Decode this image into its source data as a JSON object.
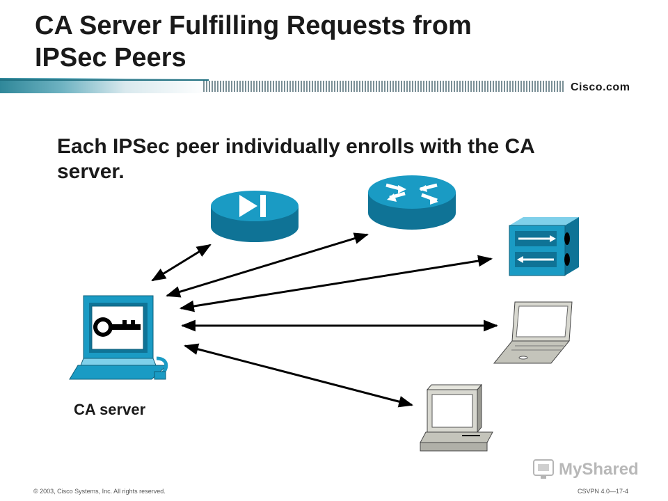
{
  "slide": {
    "title_line1": "CA Server Fulfilling Requests from",
    "title_line2": "IPSec Peers",
    "brand": "Cisco.com",
    "subtitle_line1": "Each IPSec peer individually enrolls with the CA",
    "subtitle_line2": "server.",
    "ca_label": "CA server",
    "footer_left": "© 2003, Cisco Systems, Inc. All rights reserved.",
    "footer_right": "CSVPN 4.0—17-4",
    "watermark": "MyShared"
  },
  "colors": {
    "device_blue": "#1a9bc4",
    "device_dark": "#0f7396",
    "banner_teal": "#3a8fa3",
    "arrow": "#000000"
  },
  "icons": [
    "ca-server-icon",
    "pix-firewall-icon",
    "router-icon",
    "vpn-concentrator-icon",
    "laptop-icon",
    "desktop-pc-icon"
  ]
}
